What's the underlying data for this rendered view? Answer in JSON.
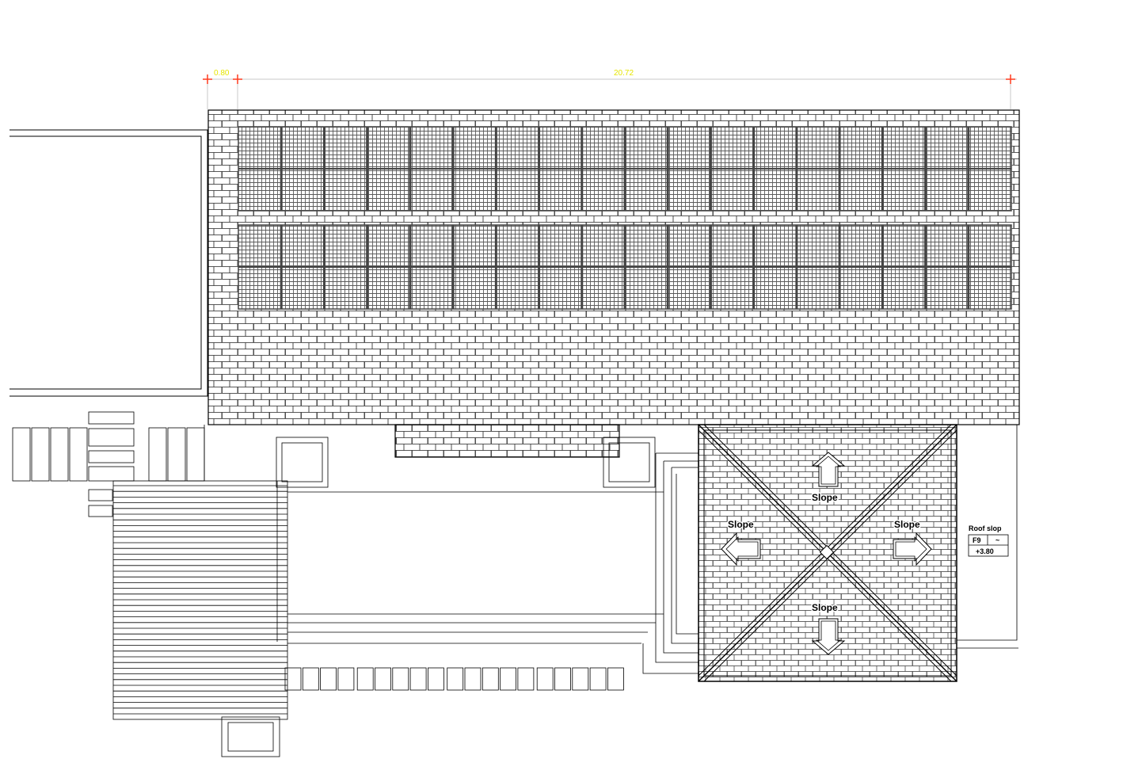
{
  "dimensions": {
    "left_offset": "0.80",
    "main_span": "20.72"
  },
  "slope_labels": {
    "north": "Slope",
    "west": "Slope",
    "east": "Slope",
    "south": "Slope"
  },
  "roof_tag": {
    "title": "Roof slop",
    "code": "F9",
    "code_extra": "~",
    "level": "+3.80"
  },
  "colors": {
    "dimension_text": "#e6e600",
    "dimension_marker": "#ff3b1f",
    "dimension_line": "#c9c9c9",
    "line": "#000000",
    "panel_grid": "#5b5b5b"
  }
}
